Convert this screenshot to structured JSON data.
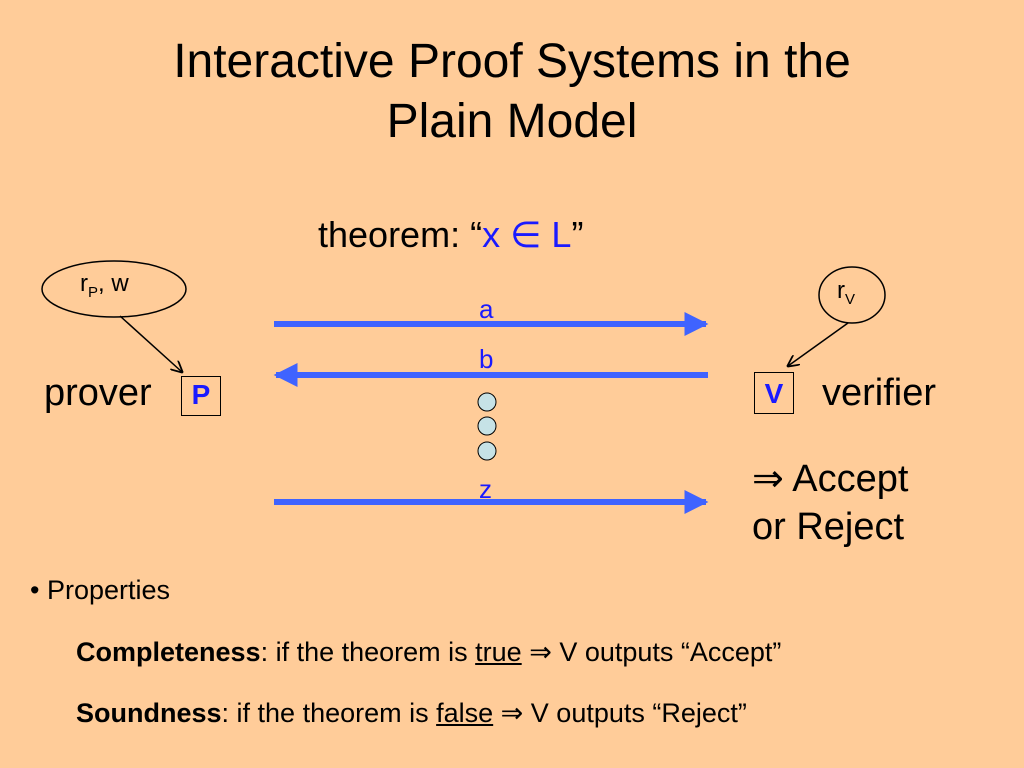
{
  "title": {
    "line1": "Interactive Proof Systems in the",
    "line2": "Plain Model"
  },
  "theorem": {
    "label": "theorem: “",
    "statement": "x ∈ L",
    "close": "”"
  },
  "prover": {
    "label": "prover",
    "box": "P",
    "bubble_r": "r",
    "bubble_sub": "P",
    "bubble_rest": ", w"
  },
  "verifier": {
    "label": "verifier",
    "box": "V",
    "bubble_r": "r",
    "bubble_sub": "V"
  },
  "messages": [
    "a",
    "b",
    "z"
  ],
  "outcome": {
    "line1": "⇒ Accept",
    "line2": "or Reject"
  },
  "properties": {
    "heading": "• Properties",
    "completeness": {
      "term": "Completeness",
      "text1": ": if the theorem is ",
      "keyword": "true",
      "text2": " ⇒ V outputs “Accept”"
    },
    "soundness": {
      "term": "Soundness",
      "text1": ": if the theorem is ",
      "keyword": "false",
      "text2": " ⇒ V outputs “Reject”"
    }
  },
  "colors": {
    "background": "#FFCC99",
    "arrow": "#3f63ff",
    "accent_text": "#1a1aff",
    "dot_fill": "#c6e2e6"
  }
}
